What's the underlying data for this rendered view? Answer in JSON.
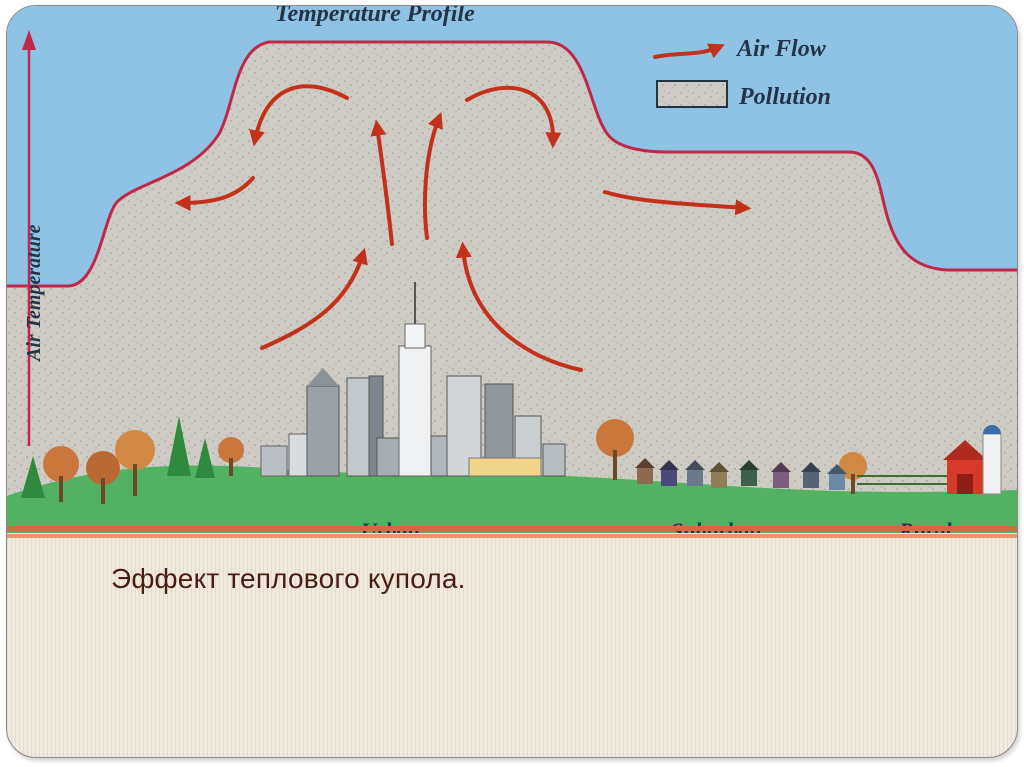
{
  "figure": {
    "title": "Temperature Profile",
    "y_axis_label": "Air Temperature",
    "legend": {
      "air_flow_label": "Air Flow",
      "pollution_label": "Pollution"
    },
    "zones": [
      "Urban",
      "Suburban",
      "Rural"
    ],
    "colors": {
      "sky": "#8ec3e6",
      "pollution_dome": "#cdcbc3",
      "profile_line": "#c0284a",
      "arrows": "#c4311b",
      "ground": "#52b261"
    }
  },
  "caption": "Эффект теплового купола."
}
